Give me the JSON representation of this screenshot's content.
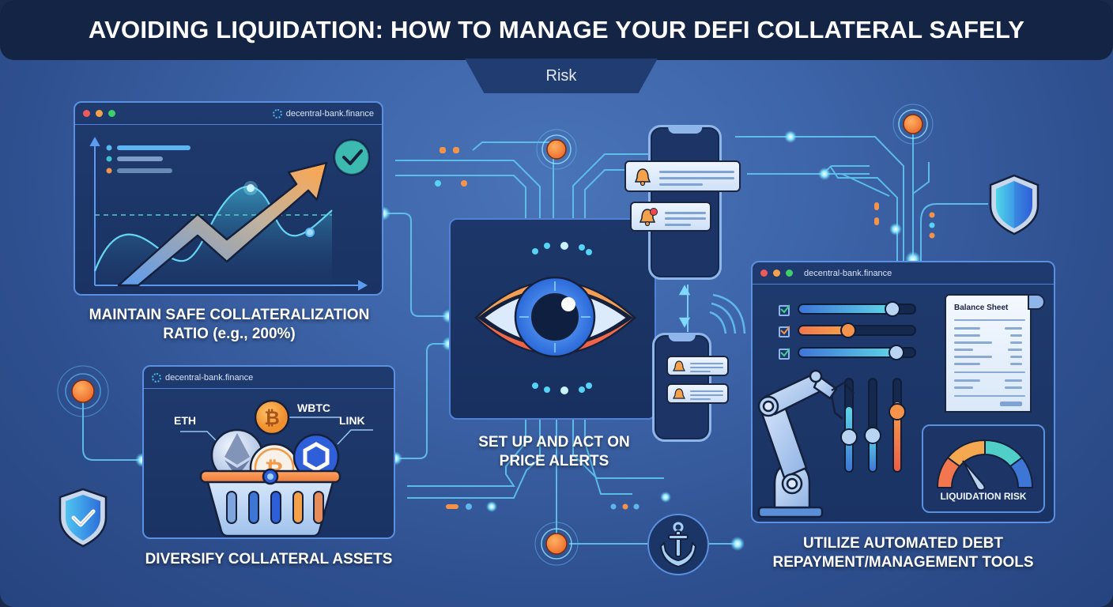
{
  "header": {
    "title": "AVOIDING LIQUIDATION: HOW TO MANAGE YOUR DEFI COLLATERAL SAFELY",
    "tag": "Risk"
  },
  "colors": {
    "header_bg": "#142444",
    "background": "#3d64a8",
    "panel_bg": "#1f3a6e",
    "panel_border": "#5b8fe0",
    "accent_orange": "#f5934a",
    "accent_cyan": "#57d3f5",
    "accent_green": "#3fd08f",
    "dot_red": "#ee5a5a",
    "dot_yellow": "#f5a14a",
    "dot_green": "#3fcf6a"
  },
  "panels": {
    "ratio": {
      "url": "decentral-bank.finance",
      "caption_line1": "MAINTAIN SAFE COLLATERALIZATION",
      "caption_line2": "RATIO (e.g., 200%)",
      "icons": [
        "trend-arrow-icon",
        "checkmark-badge-icon"
      ]
    },
    "diversify": {
      "url": "decentral-bank.finance",
      "caption": "DIVERSIFY COLLATERAL ASSETS",
      "assets": [
        {
          "label": "ETH",
          "icon": "ethereum-coin-icon"
        },
        {
          "label": "WBTC",
          "icon": "bitcoin-coin-icon"
        },
        {
          "label": "LINK",
          "icon": "chainlink-coin-icon"
        }
      ]
    },
    "alerts": {
      "caption_line1": "SET UP AND ACT ON",
      "caption_line2": "PRICE ALERTS",
      "icons": [
        "eye-icon",
        "bell-icon",
        "phone-icon",
        "wifi-signal-icon"
      ]
    },
    "automation": {
      "url": "decentral-bank.finance",
      "caption_line1": "UTILIZE AUTOMATED DEBT",
      "caption_line2": "REPAYMENT/MANAGEMENT TOOLS",
      "receipt_title": "Balance Sheet",
      "gauge_label": "LIQUIDATION RISK",
      "sliders": [
        {
          "fill_pct": 80,
          "color": "#5bc8e8"
        },
        {
          "fill_pct": 40,
          "color": "#f5934a"
        },
        {
          "fill_pct": 85,
          "color": "#5bc8e8"
        }
      ],
      "vertical_sliders": [
        {
          "fill_pct": 70,
          "color": "#5bc8e8"
        },
        {
          "fill_pct": 40,
          "color": "#5bc8e8"
        },
        {
          "fill_pct": 75,
          "color": "#f5934a"
        }
      ]
    }
  },
  "decorations": [
    "shield-check-icon",
    "shield-icon",
    "anchor-icon",
    "signal-node-icon"
  ]
}
